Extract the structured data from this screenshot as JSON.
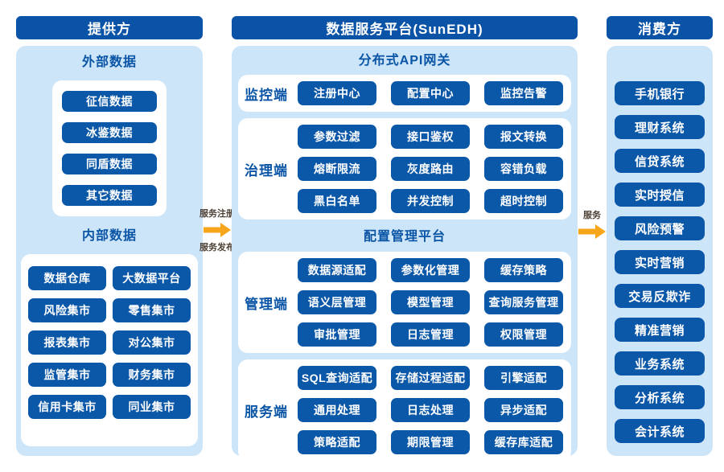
{
  "colors": {
    "dark_blue": "#0a53a6",
    "node_blue": "#0b57a8",
    "panel_blue": "#cde5f8",
    "arrow_orange": "#f7a61b",
    "heading_blue": "#0a55a6"
  },
  "provider": {
    "title": "提供方",
    "external": {
      "heading": "外部数据",
      "items": [
        "征信数据",
        "冰鉴数据",
        "同盾数据",
        "其它数据"
      ]
    },
    "internal": {
      "heading": "内部数据",
      "items": [
        "数据仓库",
        "大数据平台",
        "风险集市",
        "零售集市",
        "报表集市",
        "对公集市",
        "监管集市",
        "财务集市",
        "信用卡集市",
        "同业集市"
      ]
    }
  },
  "platform": {
    "title": "数据服务平台(SunEDH)",
    "sections": [
      {
        "heading": "分布式API网关",
        "groups": [
          {
            "label": "监控端",
            "items": [
              "注册中心",
              "配置中心",
              "监控告警"
            ]
          },
          {
            "label": "治理端",
            "items": [
              "参数过滤",
              "接口鉴权",
              "报文转换",
              "熔断限流",
              "灰度路由",
              "容错负载",
              "黑白名单",
              "并发控制",
              "超时控制"
            ]
          }
        ]
      },
      {
        "heading": "配置管理平台",
        "groups": [
          {
            "label": "管理端",
            "items": [
              "数据源适配",
              "参数化管理",
              "缓存策略",
              "语义层管理",
              "模型管理",
              "查询服务管理",
              "审批管理",
              "日志管理",
              "权限管理"
            ]
          },
          {
            "label": "服务端",
            "items": [
              "SQL查询适配",
              "存储过程适配",
              "引擎适配",
              "通用处理",
              "日志处理",
              "异步适配",
              "策略适配",
              "期限管理",
              "缓存库适配"
            ]
          }
        ]
      }
    ]
  },
  "consumer": {
    "title": "消费方",
    "items": [
      "手机银行",
      "理财系统",
      "信贷系统",
      "实时授信",
      "风险预警",
      "实时营销",
      "交易反欺诈",
      "精准营销",
      "业务系统",
      "分析系统",
      "会计系统"
    ]
  },
  "arrows": {
    "register_label": "服务注册",
    "publish_label": "服务发布",
    "service_label": "服务"
  }
}
